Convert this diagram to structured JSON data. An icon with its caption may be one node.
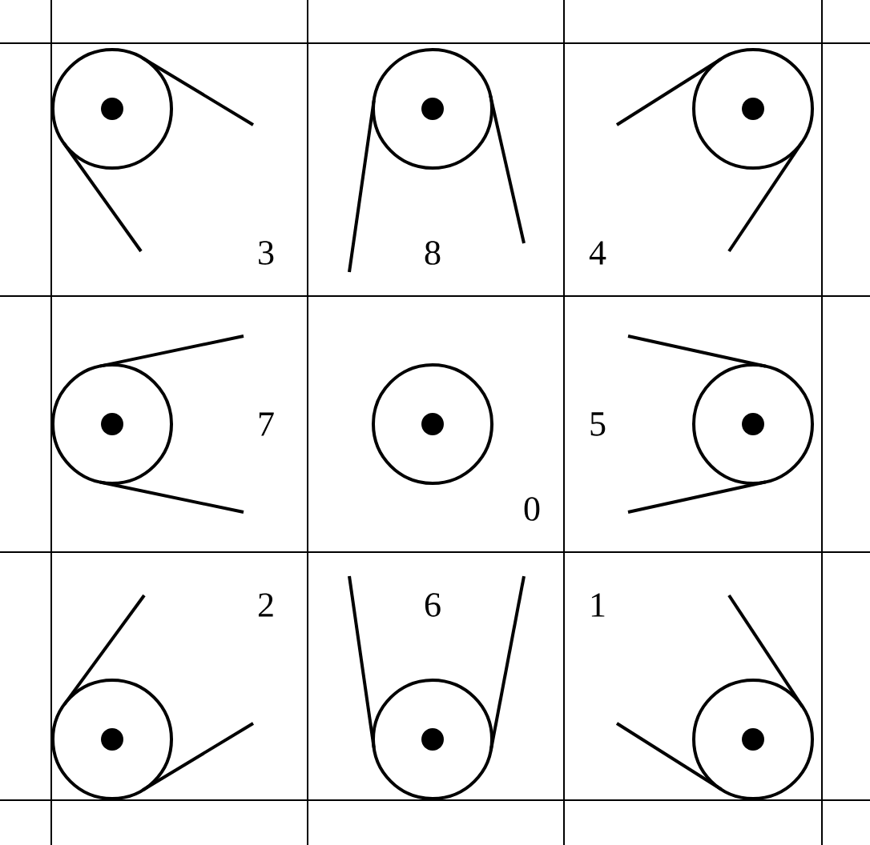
{
  "diagram": {
    "labels": [
      "3",
      "8",
      "4",
      "7",
      "0",
      "5",
      "2",
      "6",
      "1"
    ]
  }
}
